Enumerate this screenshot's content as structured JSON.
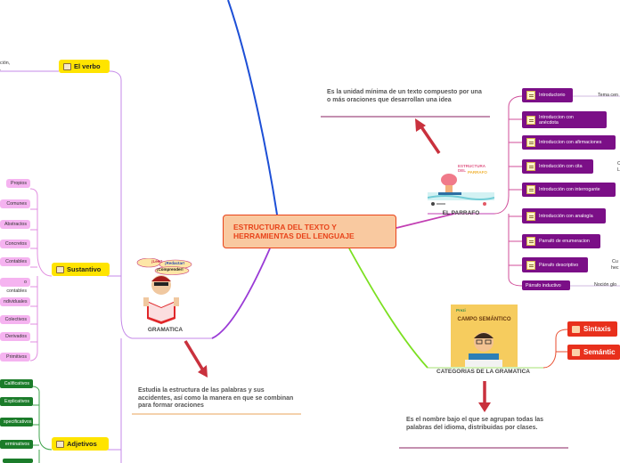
{
  "central": {
    "title": "ESTRUCTURA DEL TEXTO Y HERRAMIENTAS DEL LENGUAJE"
  },
  "gramatica": {
    "label": "GRAMATICA",
    "image_text_1": "¡Leer!",
    "image_text_2": "¡Redactar!",
    "image_text_3": "¡Comprender!",
    "description": "Estudia la estructura de las palabras y sus accidentes, así como la manera en que se combinan para formar oraciones",
    "verbo": {
      "label": "El verbo",
      "partial_text_1": "ción,",
      "partial_text_2": "."
    },
    "sustantivo": {
      "label": "Sustantivo",
      "items": [
        "Propios",
        "Comunes",
        "Abstractos",
        "Concretos",
        "Contables",
        "o contables",
        "ndividuales",
        "Colectivos",
        "Derivados",
        "Primitivos"
      ]
    },
    "adjetivos": {
      "label": "Adjetivos",
      "items": [
        "Calificativos",
        "Explicativos",
        "specificativos",
        "erminativos"
      ]
    }
  },
  "parrafo": {
    "label": "EL PARRAFO",
    "image_title_1": "ESTRUCTURA DEL",
    "image_title_2": "PARRAFO",
    "description": "Es la unidad mínima de un texto compuesto por una o más oraciones que desarrollan una idea",
    "types": [
      "Introductorio",
      "Introduccion con anécdota",
      "Introduccion con afirmaciones",
      "Introducción con cita",
      "Introducción con interrogante",
      "Introducción con analogía",
      "Parrafó de enumeracion",
      "Párrafo descriptivo",
      "Párrafo inductivo"
    ],
    "side_notes": [
      "Tema cen",
      "C",
      "L",
      "Cu",
      "hec",
      "Noción glo"
    ]
  },
  "categorias": {
    "label": "CATEGORIAS DE LA GRAMATICA",
    "image_brand": "Prezi",
    "image_title": "CAMPO SEMÁNTICO",
    "description": "Es el nombre bajo el que se agrupan todas las palabras del idioma, distribuidas por clases.",
    "items": [
      "Sintaxis",
      "Semántic"
    ]
  },
  "colors": {
    "central_fill": "#f9c9a0",
    "central_border": "#e8431a",
    "wire_purple": "#b05ad9",
    "wire_blue": "#1d4fd6",
    "wire_green": "#7be020",
    "wire_red": "#c9313d",
    "yellow": "#ffe400",
    "pink": "#f5b3f0",
    "green": "#1b7c2a",
    "purple": "#7b0f87",
    "red": "#e8301c"
  }
}
